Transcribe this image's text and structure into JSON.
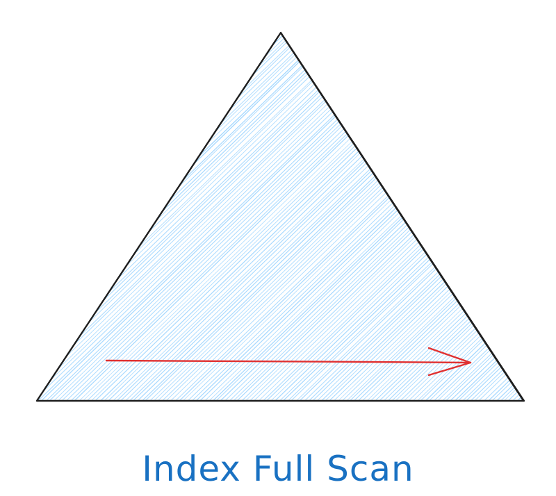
{
  "diagram": {
    "caption": "Index Full Scan",
    "shape": "triangle",
    "arrow_direction": "left-to-right",
    "colors": {
      "outline": "#1e1e1e",
      "fill": "#a5d8ff",
      "arrow": "#e03131",
      "caption": "#1971c2"
    }
  }
}
